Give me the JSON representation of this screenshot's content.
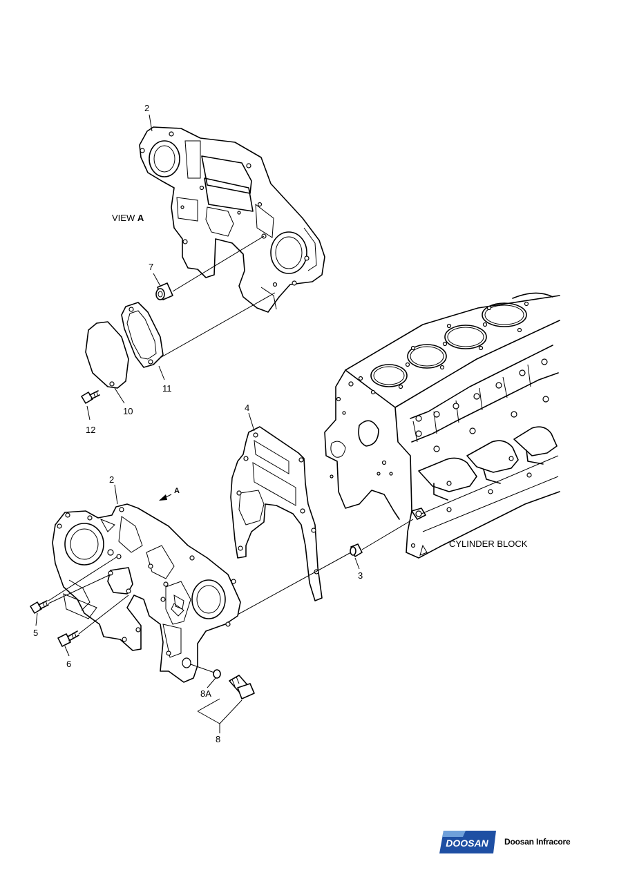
{
  "labels": {
    "view_a_word": "VIEW",
    "view_a_letter": "A",
    "direction_marker": "A",
    "cylinder_block": "CYLINDER BLOCK"
  },
  "callouts": {
    "top_cover": "2",
    "bushing_7": "7",
    "gasket_11": "11",
    "cover_10": "10",
    "bolt_12": "12",
    "gasket_4": "4",
    "front_cover": "2",
    "bushing_3": "3",
    "bolt_5": "5",
    "bolt_6": "6",
    "seal_8a": "8A",
    "plug_8": "8"
  },
  "brand": {
    "logo_text": "DOOSAN",
    "company": "Doosan Infracore",
    "logo_color": "#1e4fa3",
    "logo_light": "#6fa0da"
  }
}
